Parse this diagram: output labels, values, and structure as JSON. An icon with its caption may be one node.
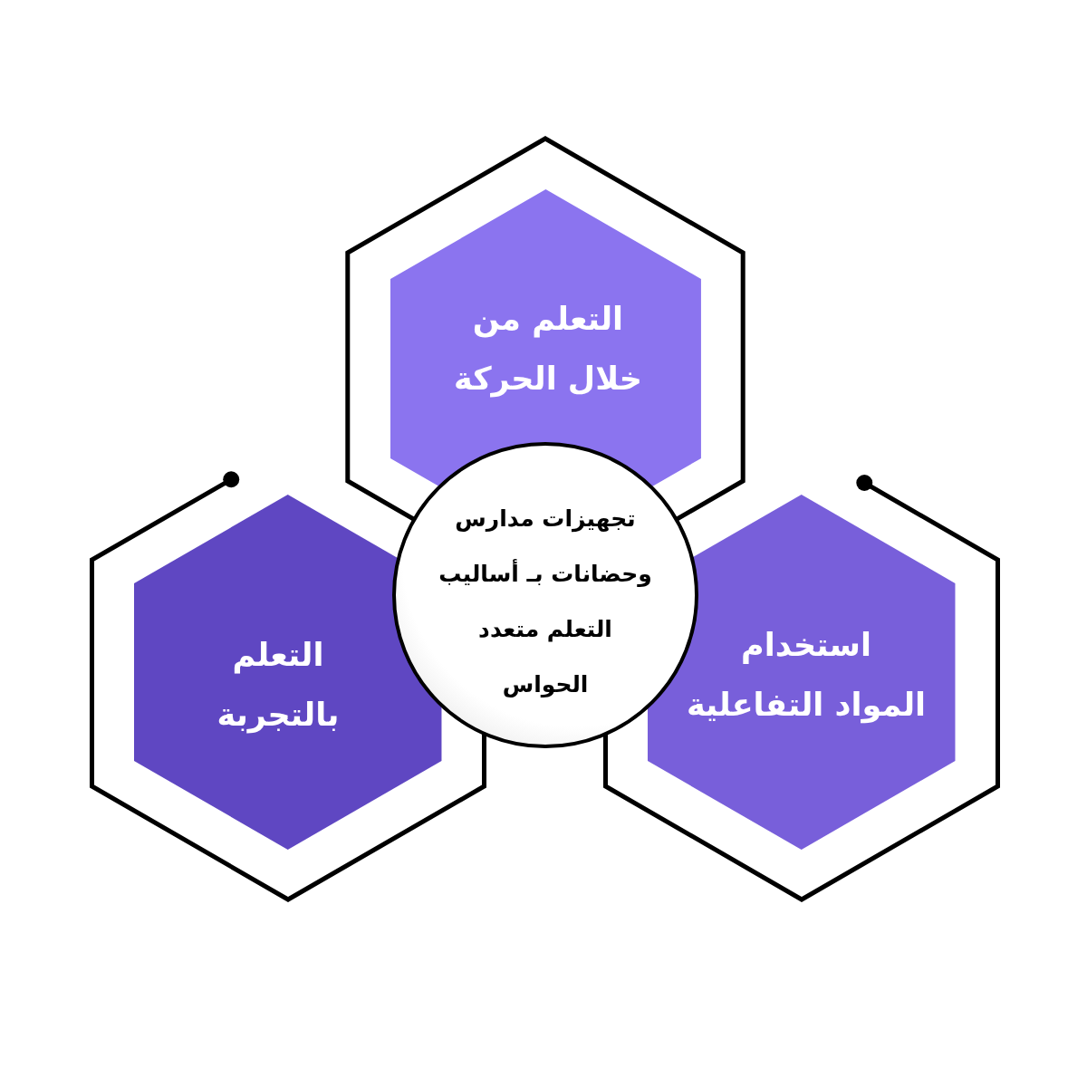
{
  "diagram": {
    "nodes": [
      {
        "text": [
          "التعلم من خلال الحركة"
        ]
      },
      {
        "text": [
          "تجهيزات مدارس وحضانات بـ أساليب التعلم متعدد الحواس"
        ]
      },
      {
        "text": [
          "استخدام المواد التفاعلية"
        ]
      },
      {
        "text": [
          "التعلم بالتجربة"
        ]
      }
    ]
  }
}
